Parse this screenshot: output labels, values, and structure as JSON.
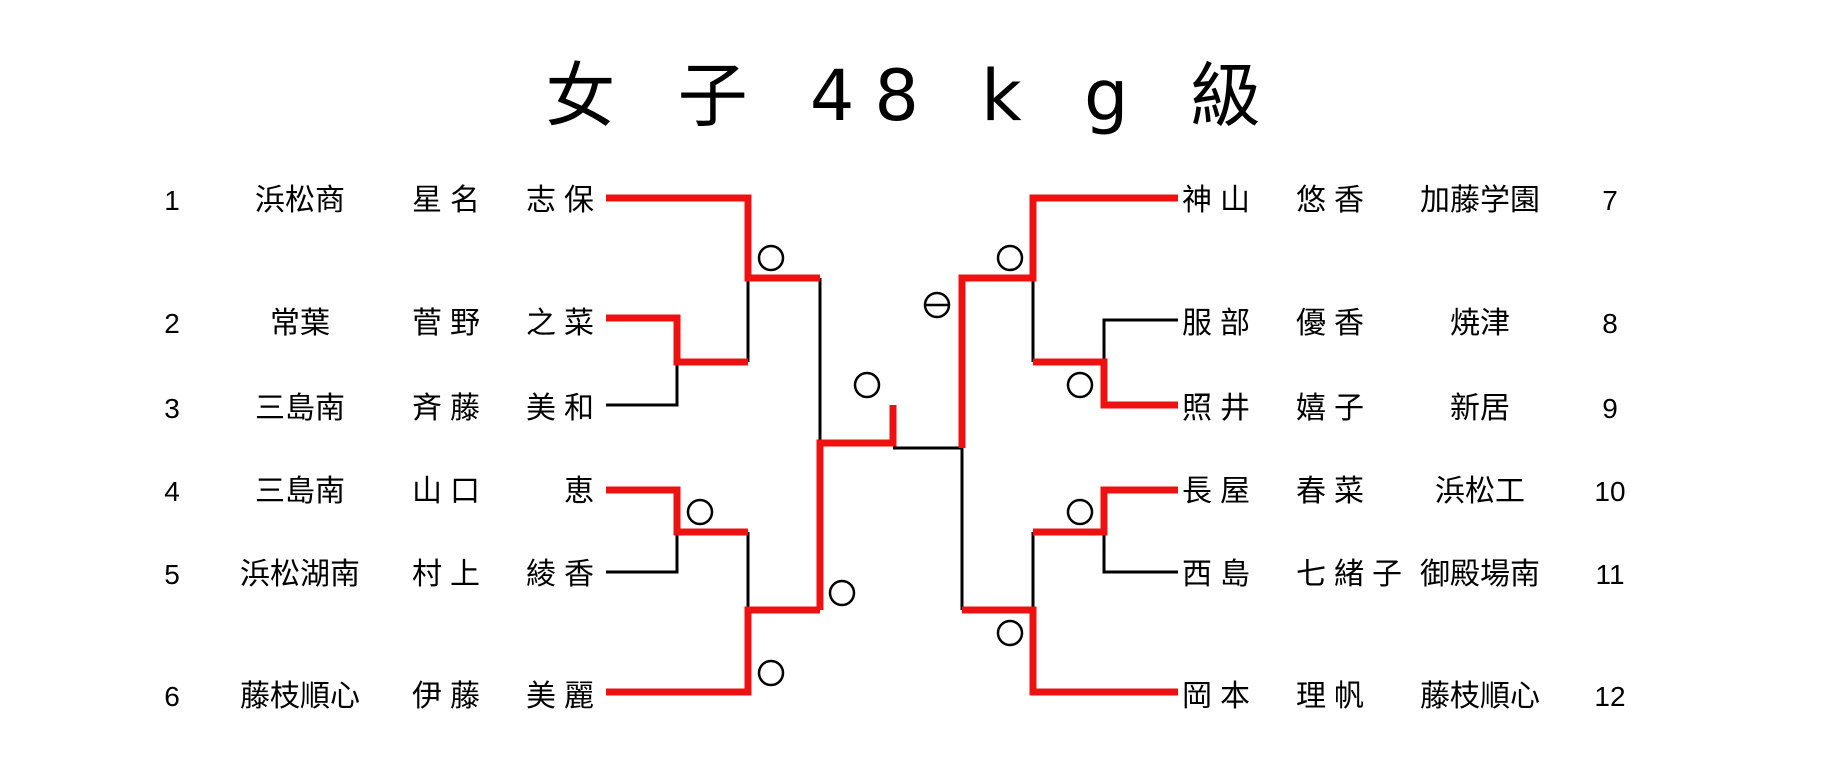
{
  "title": "女 子 48 k g 級",
  "colors": {
    "winner_line": "#ee1111",
    "line": "#000000"
  },
  "entries": [
    {
      "seed": "1",
      "school": "浜松商",
      "name": "星名　志保"
    },
    {
      "seed": "2",
      "school": "常葉",
      "name": "菅野　之菜"
    },
    {
      "seed": "3",
      "school": "三島南",
      "name": "斉藤　美和"
    },
    {
      "seed": "4",
      "school": "三島南",
      "name": "山口　　恵"
    },
    {
      "seed": "5",
      "school": "浜松湖南",
      "name": "村上　綾香"
    },
    {
      "seed": "6",
      "school": "藤枝順心",
      "name": "伊藤　美麗"
    },
    {
      "seed": "7",
      "school": "加藤学園",
      "name": "神山　悠香"
    },
    {
      "seed": "8",
      "school": "焼津",
      "name": "服部　優香"
    },
    {
      "seed": "9",
      "school": "新居",
      "name": "照井　嬉子"
    },
    {
      "seed": "10",
      "school": "浜松工",
      "name": "長屋　春菜"
    },
    {
      "seed": "11",
      "school": "御殿場南",
      "name": "西島　七緒子"
    },
    {
      "seed": "12",
      "school": "藤枝順心",
      "name": "岡本　理帆"
    }
  ],
  "marks": {
    "win": "○",
    "sub": "⊖"
  }
}
